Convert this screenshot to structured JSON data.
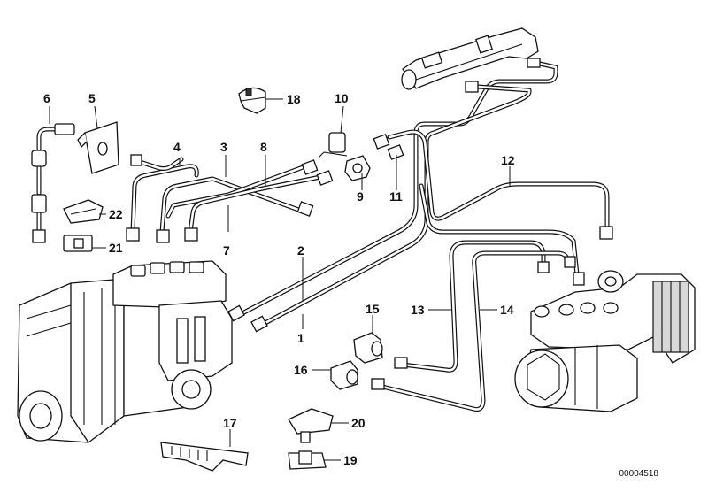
{
  "document_number": "00004518",
  "callouts": [
    {
      "id": "c1",
      "text": "1"
    },
    {
      "id": "c2",
      "text": "2"
    },
    {
      "id": "c3",
      "text": "3"
    },
    {
      "id": "c4",
      "text": "4"
    },
    {
      "id": "c5",
      "text": "5"
    },
    {
      "id": "c6",
      "text": "6"
    },
    {
      "id": "c7",
      "text": "7"
    },
    {
      "id": "c8",
      "text": "8"
    },
    {
      "id": "c9",
      "text": "9"
    },
    {
      "id": "c10",
      "text": "10"
    },
    {
      "id": "c11",
      "text": "11"
    },
    {
      "id": "c12",
      "text": "12"
    },
    {
      "id": "c13",
      "text": "13"
    },
    {
      "id": "c14",
      "text": "14"
    },
    {
      "id": "c15",
      "text": "15"
    },
    {
      "id": "c16",
      "text": "16"
    },
    {
      "id": "c17",
      "text": "17"
    },
    {
      "id": "c18",
      "text": "18"
    },
    {
      "id": "c19",
      "text": "19"
    },
    {
      "id": "c20",
      "text": "20"
    },
    {
      "id": "c21",
      "text": "21"
    },
    {
      "id": "c22",
      "text": "22"
    }
  ]
}
